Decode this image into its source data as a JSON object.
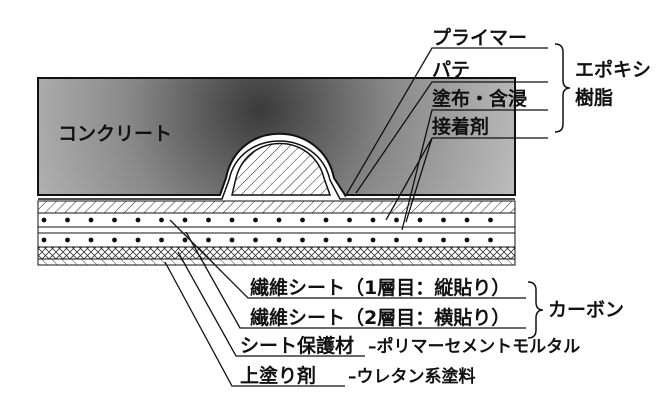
{
  "diagram": {
    "substrate_label": "コンクリート",
    "top_labels": [
      "プライマー",
      "パテ",
      "塗布・含浸",
      "接着剤"
    ],
    "resin_label": [
      "エポキシ",
      "樹脂"
    ],
    "sheet_labels": [
      "繊維シート（1層目：縦貼り）",
      "繊維シート（2層目：横貼り）"
    ],
    "carbon_label": "カーボン",
    "protect_label": "シート保護材",
    "protect_material": "–ポリマーセメントモルタル",
    "finish_label": "上塗り剤",
    "finish_material": "–ウレタン系塗料"
  },
  "colors": {
    "concrete_dark": "#3a3a3a",
    "concrete_light": "#c4c4c4",
    "line": "#111111"
  },
  "icons": {
    "fiber_dot": "filled-circle"
  }
}
